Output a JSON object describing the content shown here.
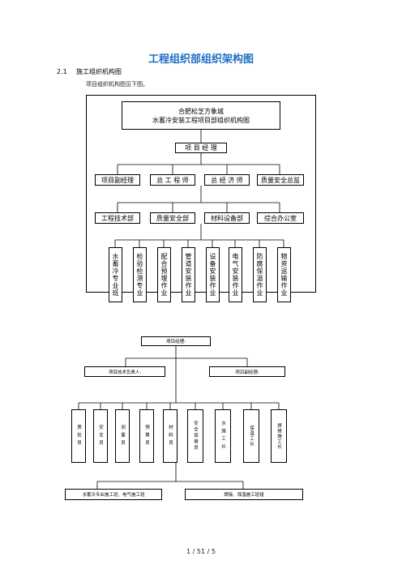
{
  "document": {
    "title": "工程组织部组织架构图",
    "section_number": "2.1",
    "section_title": "施工组织机构图",
    "intro_text": "项目组织机构图见下图。",
    "page_footer": "1 / 51 / 5"
  },
  "chart1": {
    "header_line1": "合肥松芝方象城",
    "header_line2": "水蓄冷安装工程项目部组织机构图",
    "top": "项 目 经 理",
    "level2": [
      "项目副经理",
      "总 工 程 师",
      "总 经 济 师",
      "质量安全总监"
    ],
    "level3": [
      "工程技术部",
      "质量安全部",
      "材料设备部",
      "综合办公室"
    ],
    "level4": [
      "水蓄冷专业班",
      "检验检测专业",
      "配合预埋作业",
      "管道安装作业",
      "设备安装作业",
      "电气安装作业",
      "防腐保温作业",
      "物资运输作业"
    ]
  },
  "chart2": {
    "top": "项目经理:",
    "level2": [
      "项目技术负责人:",
      "项目副经理:"
    ],
    "level3": [
      "质检员",
      "安全员",
      "测量员",
      "预算员",
      "材料员",
      "安全保管员",
      "水施工长",
      "保温工长",
      "焊接施工长"
    ],
    "level4": [
      "水蓄冷专业施工班、电气施工班",
      "焊接、保温施工班组"
    ]
  }
}
